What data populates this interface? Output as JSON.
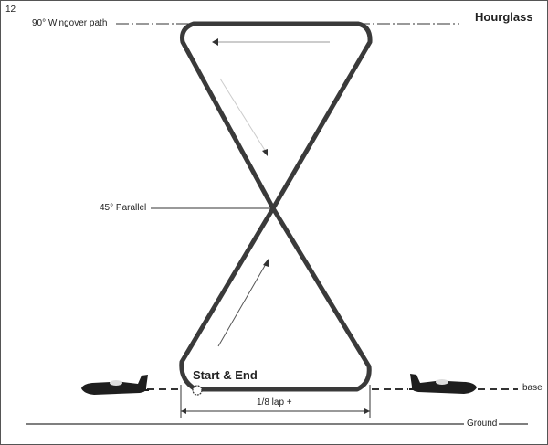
{
  "figure": {
    "number": "12",
    "title": "Hourglass"
  },
  "labels": {
    "wingover": "90° Wingover path",
    "parallel": "45° Parallel",
    "start_end": "Start & End",
    "lap": "1/8 lap +",
    "base": "base",
    "ground": "Ground"
  },
  "colors": {
    "path": "#3a3a3a",
    "lines": "#333333",
    "airplane": "#1e1e1e",
    "arrows": "#555555"
  },
  "icons": {
    "airplane": "airplane-icon",
    "start_marker": "circle-icon"
  }
}
